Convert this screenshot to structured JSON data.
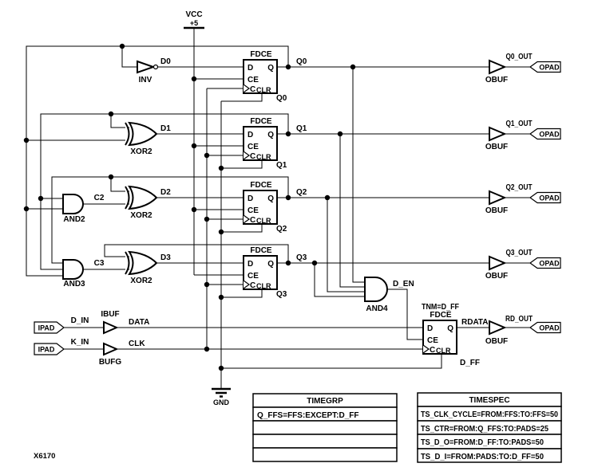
{
  "figure_id": "X6170",
  "colors": {
    "ink": "#000000",
    "paper": "#ffffff"
  },
  "power": {
    "vcc_label": "VCC",
    "vcc_value": "+5",
    "gnd_label": "GND"
  },
  "ff": {
    "type": "FDCE",
    "pin_d": "D",
    "pin_ce": "CE",
    "pin_c": "C",
    "pin_clr": "CLR",
    "pin_q": "Q"
  },
  "inv": {
    "label": "INV",
    "out_net": "D0"
  },
  "rows": [
    {
      "q_net": "Q0",
      "instance": "Q0",
      "out_net": "Q0_OUT",
      "obuf": "OBUF",
      "opad": "OPAD"
    },
    {
      "xor": "XOR2",
      "d_net": "D1",
      "q_net": "Q1",
      "instance": "Q1",
      "out_net": "Q1_OUT",
      "obuf": "OBUF",
      "opad": "OPAD"
    },
    {
      "and": "AND2",
      "carry_net": "C2",
      "xor": "XOR2",
      "d_net": "D2",
      "q_net": "Q2",
      "instance": "Q2",
      "out_net": "Q2_OUT",
      "obuf": "OBUF",
      "opad": "OPAD"
    },
    {
      "and": "AND3",
      "carry_net": "C3",
      "xor": "XOR2",
      "d_net": "D3",
      "q_net": "Q3",
      "instance": "Q3",
      "out_net": "Q3_OUT",
      "obuf": "OBUF",
      "opad": "OPAD"
    }
  ],
  "detect": {
    "and": "AND4",
    "out_net": "D_EN"
  },
  "dff": {
    "tnm": "TNM=D_FF",
    "q_net": "RDATA",
    "out_net": "RD_OUT",
    "obuf": "OBUF",
    "opad": "OPAD",
    "instance": "D_FF"
  },
  "inputs": {
    "data": {
      "pad": "IPAD",
      "pad_net": "D_IN",
      "buf": "IBUF",
      "net": "DATA"
    },
    "clock": {
      "pad": "IPAD",
      "pad_net": "K_IN",
      "buf": "BUFG",
      "net": "CLK"
    }
  },
  "tables": {
    "timegrp": {
      "title": "TIMEGRP",
      "rows": [
        "Q_FFS=FFS:EXCEPT:D_FF",
        "",
        "",
        ""
      ]
    },
    "timespec": {
      "title": "TIMESPEC",
      "rows": [
        "TS_CLK_CYCLE=FROM:FFS:TO:FFS=50",
        "TS_CTR=FROM:Q_FFS:TO:PADS=25",
        "TS_D_O=FROM:D_FF:TO:PADS=50",
        "TS_D_I=FROM:PADS:TO:D_FF=50"
      ]
    }
  }
}
